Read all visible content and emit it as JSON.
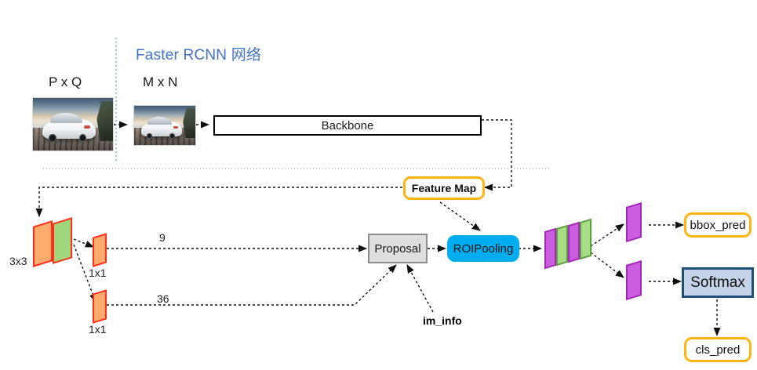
{
  "diagram": {
    "title": "Faster RCNN 网络",
    "title_color": "#4472c4"
  },
  "inputs": [
    {
      "id": "input-pq",
      "label": "P x Q",
      "image_alt": "white sedan car photo"
    },
    {
      "id": "input-mn",
      "label": "M x N",
      "image_alt": "white sedan car photo resized"
    }
  ],
  "nodes": {
    "backbone": {
      "label": "Backbone"
    },
    "feature_map": {
      "label": "Feature Map",
      "accent": "#ffb511"
    },
    "proposal": {
      "label": "Proposal",
      "fill": "#dedede",
      "border": "#8c8c8c"
    },
    "roipooling": {
      "label": "ROIPooling",
      "fill": "#00aeef"
    },
    "softmax": {
      "label": "Softmax",
      "fill": "#c5d3e8",
      "border": "#1f4e79"
    },
    "bbox_pred": {
      "label": "bbox_pred",
      "accent": "#ffb511"
    },
    "cls_pred": {
      "label": "cls_pred",
      "accent": "#ffb511"
    }
  },
  "rpn": {
    "conv3x3_label": "3x3",
    "conv1x1_cls_label": "1x1",
    "conv1x1_reg_label": "1x1",
    "cls_channels": "9",
    "reg_channels": "36",
    "conv3x3_colors": [
      "#ffab6e",
      "#9fd67d"
    ],
    "conv1x1_color": "#ffab6e",
    "conv_outline": "#ff2d1a"
  },
  "fc_stack": {
    "colors": [
      "#cc5ce0",
      "#a8dc86",
      "#cc5ce0",
      "#a8dc86"
    ],
    "head_bbox_color": "#cc5ce0",
    "head_cls_color": "#cc5ce0"
  },
  "annotations": {
    "im_info": "im_info"
  }
}
